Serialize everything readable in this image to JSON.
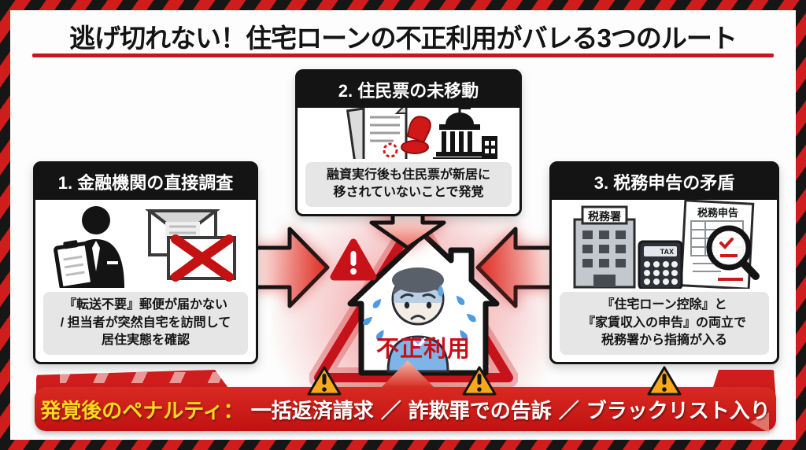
{
  "title": "逃げ切れない！住宅ローンの不正利用がバレる3つのルート",
  "routes": [
    {
      "header": "1. 金融機関の直接調査",
      "lines": [
        "『転送不要』郵便が届かない",
        "/ 担当者が突然自宅を訪問して",
        "居住実態を確認"
      ]
    },
    {
      "header": "2. 住民票の未移動",
      "lines": [
        "融資実行後も住民票が新居に",
        "移されていないことで発覚"
      ]
    },
    {
      "header": "3. 税務申告の矛盾",
      "lines": [
        "『住宅ローン控除』と",
        "『家賃収入の申告』の両立で",
        "税務署から指摘が入る"
      ]
    }
  ],
  "center": {
    "label": "不正利用"
  },
  "icon_labels": {
    "tax_office_sign": "税務署",
    "tax_return_title": "税務申告",
    "calculator_display": "TAX"
  },
  "penalty": {
    "prefix": "発覚後のペナルティ：",
    "separator": "／",
    "items": [
      "一括返済請求",
      "詐欺罪での告訴",
      "ブラックリスト入り"
    ]
  },
  "colors": {
    "accent_red": "#c9151b",
    "banner_red": "#cf1c1c",
    "header_black": "#141414",
    "desc_gray": "#e6e6e6",
    "warning_yellow": "#f7a81b",
    "penalty_prefix_yellow": "#ffd91e",
    "fraud_label_red": "#c8101a"
  }
}
